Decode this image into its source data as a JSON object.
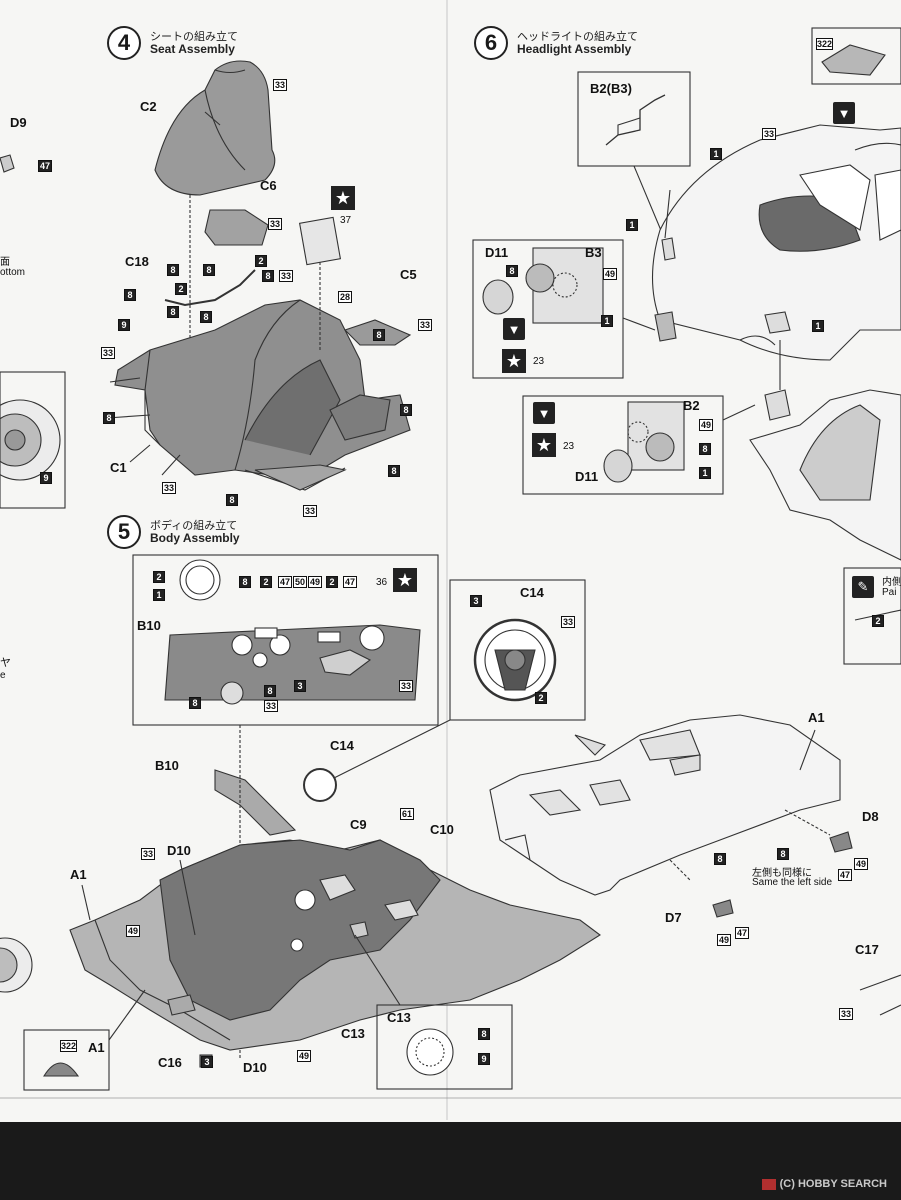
{
  "steps": [
    {
      "number": "4",
      "title_jp": "シートの組み立て",
      "title_en": "Seat Assembly"
    },
    {
      "number": "5",
      "title_jp": "ボディの組み立て",
      "title_en": "Body Assembly"
    },
    {
      "number": "6",
      "title_jp": "ヘッドライトの組み立て",
      "title_en": "Headlight Assembly"
    }
  ],
  "left_edge": {
    "part": "D9",
    "jp_fragment": "面",
    "en_fragment": "ottom",
    "jp_fragment2": "ヤ",
    "en_fragment2": "e"
  },
  "seat": {
    "c2": "C2",
    "c6": "C6",
    "c18": "C18",
    "c5": "C5",
    "c1": "C1"
  },
  "body": {
    "b10": "B10",
    "c14": "C14",
    "b10b": "B10",
    "c14b": "C14",
    "a1": "A1",
    "a1b": "A1",
    "d10": "D10",
    "d10b": "D10",
    "c9": "C9",
    "c10": "C10",
    "c13": "C13",
    "c13b": "C13",
    "c16": "C16",
    "d8": "D8",
    "d7": "D7",
    "c17": "C17",
    "a1c": "A1"
  },
  "headlight": {
    "b2b3": "B2(B3)",
    "d11": "D11",
    "b3": "B3",
    "b2": "B2",
    "d11b": "D11"
  },
  "notes": {
    "same_jp": "左側も同様に",
    "same_en": "Same the left side",
    "inner_jp": "内側",
    "inner_en": "Pai"
  },
  "decals": {
    "n23": "23",
    "n23b": "23",
    "n36": "36",
    "n37": "37"
  },
  "paints": {
    "c2_33": "33",
    "c6_33": "33",
    "c18_8": "8",
    "c18_8b": "8",
    "c18_8c": "8",
    "c18_2": "2",
    "c18_2b": "2",
    "c18_9": "9",
    "s8a": "8",
    "s8b": "8",
    "s33a": "33",
    "s33b": "33",
    "s28": "28",
    "s33c": "33",
    "s8c": "8",
    "s8d": "8",
    "s8e": "8",
    "s8f": "8",
    "s33d": "33",
    "s33e": "33",
    "s8g": "8",
    "d9_47": "47",
    "w9": "9",
    "h1a": "1",
    "h1b": "1",
    "h1c": "1",
    "h1d": "1",
    "h1e": "1",
    "h8a": "8",
    "h49a": "49",
    "h8b": "8",
    "h49b": "49",
    "h33": "33",
    "h322": "322",
    "b2a": "2",
    "b1a": "1",
    "b8a": "8",
    "b2b": "2",
    "b47": "47",
    "b50": "50",
    "b49": "49",
    "b2c": "2",
    "b47b": "47",
    "b3": "3",
    "b8b": "8",
    "b33a": "33",
    "b8c": "8",
    "b33b": "33",
    "c14_3": "3",
    "c14_33": "33",
    "c14_2": "2",
    "a33": "33",
    "a49": "49",
    "a61": "61",
    "a3": "3",
    "a49b": "49",
    "a322": "322",
    "c13_8": "8",
    "c13_9": "9",
    "d8_8": "8",
    "d8_8b": "8",
    "d8_49": "49",
    "d8_47": "47",
    "d7_47": "47",
    "d7_49": "49",
    "c17_33": "33",
    "pai_2": "2"
  },
  "watermark": {
    "text": "(C) HOBBY SEARCH"
  }
}
